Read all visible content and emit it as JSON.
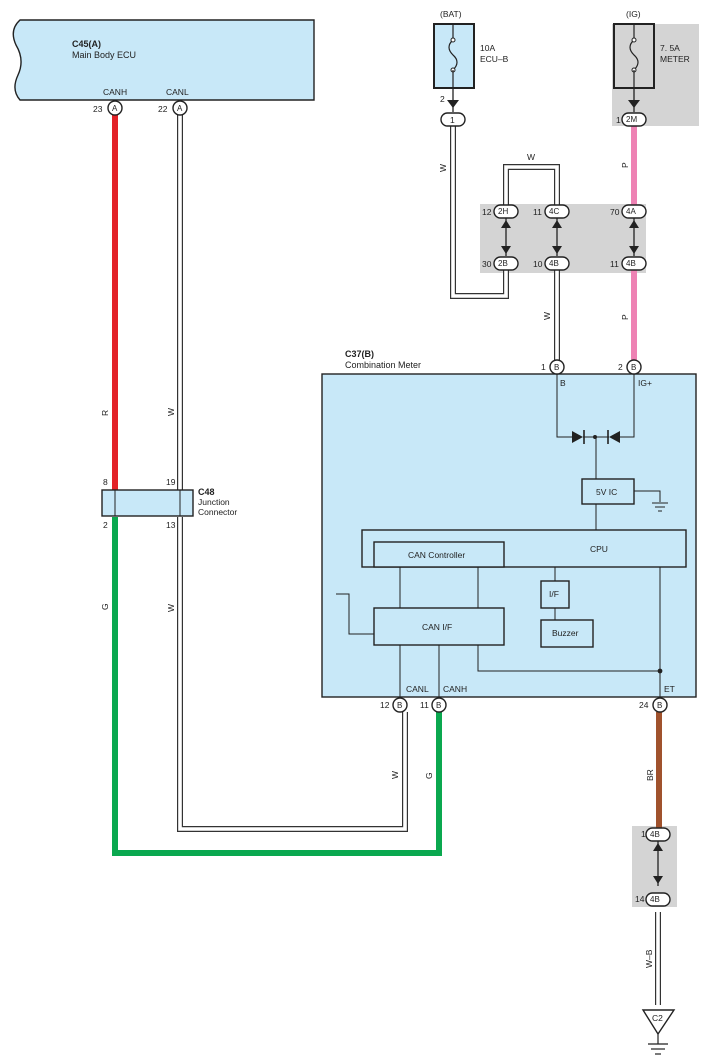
{
  "ecu": {
    "code": "C45(A)",
    "name": "Main Body ECU",
    "canh_label": "CANH",
    "canl_label": "CANL",
    "canh_pin": "23",
    "canl_pin": "22",
    "connector": "A"
  },
  "bat": {
    "label": "(BAT)",
    "fuse_amp": "10A",
    "fuse_name": "ECU–B",
    "pin": "2",
    "conn": "1"
  },
  "ig": {
    "label": "(IG)",
    "fuse_amp": "7. 5A",
    "fuse_name": "METER",
    "pin": "1",
    "conn": "2M"
  },
  "wires": {
    "w": "W",
    "p": "P",
    "r": "R",
    "g": "G",
    "br": "BR",
    "wb": "W–B"
  },
  "junction_blocks": [
    {
      "top_pin": "12",
      "top_conn": "2H",
      "bot_pin": "30",
      "bot_conn": "2B"
    },
    {
      "top_pin": "11",
      "top_conn": "4C",
      "bot_pin": "10",
      "bot_conn": "4B"
    },
    {
      "top_pin": "70",
      "top_conn": "4A",
      "bot_pin": "11",
      "bot_conn": "4B"
    }
  ],
  "meter": {
    "code": "C37(B)",
    "name": "Combination Meter",
    "pin_b": "1",
    "pin_ig": "2",
    "conn": "B",
    "label_b": "B",
    "label_ig": "IG+",
    "ic_5v": "5V IC",
    "cpu": "CPU",
    "can_controller": "CAN Controller",
    "can_if": "CAN I/F",
    "if": "I/F",
    "buzzer": "Buzzer",
    "canl_label": "CANL",
    "canh_label": "CANH",
    "et_label": "ET",
    "canl_pin": "12",
    "canh_pin": "11",
    "et_pin": "24"
  },
  "junction_connector": {
    "code": "C48",
    "line1": "Junction",
    "line2": "Connector",
    "pin_tl": "8",
    "pin_tr": "19",
    "pin_bl": "2",
    "pin_br": "13"
  },
  "ground_block": {
    "top_pin": "1",
    "top_conn": "4B",
    "bot_pin": "14",
    "bot_conn": "4B"
  },
  "ground": {
    "code": "C2"
  },
  "colors": {
    "component_fill": "#c8e8f8",
    "block_grey": "#d4d4d4",
    "red": "#e32228",
    "green": "#0aa84f",
    "pink": "#ee82b4",
    "brown": "#a0522d",
    "white_wire": "#ffffff"
  }
}
